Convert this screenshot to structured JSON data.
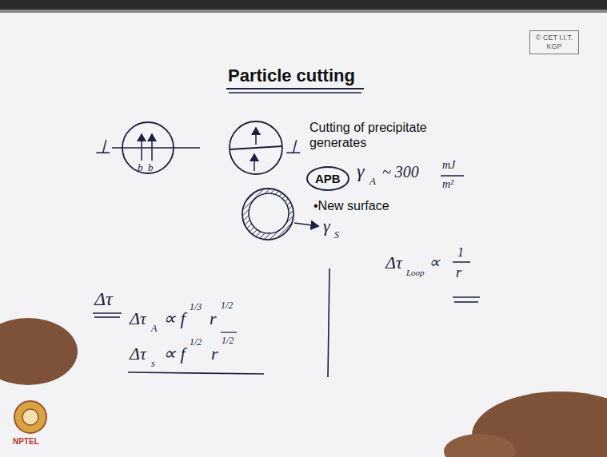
{
  "diagram": {
    "title": "Particle cutting",
    "nodes": [
      {
        "text": [
          "© CET I.I.T. KGP"
        ]
      },
      {
        "text": [
          "b",
          "b"
        ]
      },
      {
        "text": [
          "APB"
        ]
      }
    ],
    "labels": [
      "⊥",
      "⊥",
      "Cutting of precipitate generates",
      "γ",
      "A",
      "~ 300",
      "mJ",
      "m²",
      "•New surface",
      "γ",
      "S",
      "Δτ",
      "Δτ",
      "A",
      "∝ f",
      "1/3",
      "r",
      "1/2",
      "Δτ",
      "s",
      "∝ f",
      "1/2",
      "r",
      "1/2",
      "Δτ",
      "Loop",
      "∝",
      "1",
      "r",
      "NPTEL"
    ]
  }
}
